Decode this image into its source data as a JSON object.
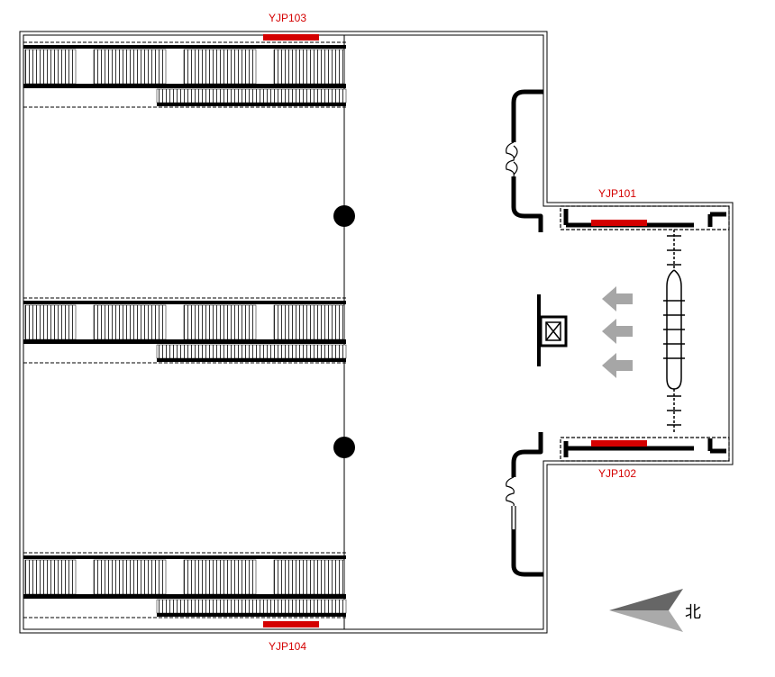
{
  "labels": {
    "yjp101": "YJP101",
    "yjp102": "YJP102",
    "yjp103": "YJP103",
    "yjp104": "YJP104"
  },
  "compass": {
    "label": "北"
  },
  "colors": {
    "accent": "#d40000",
    "wall": "#000000",
    "arrow": "#a6a6a6"
  }
}
